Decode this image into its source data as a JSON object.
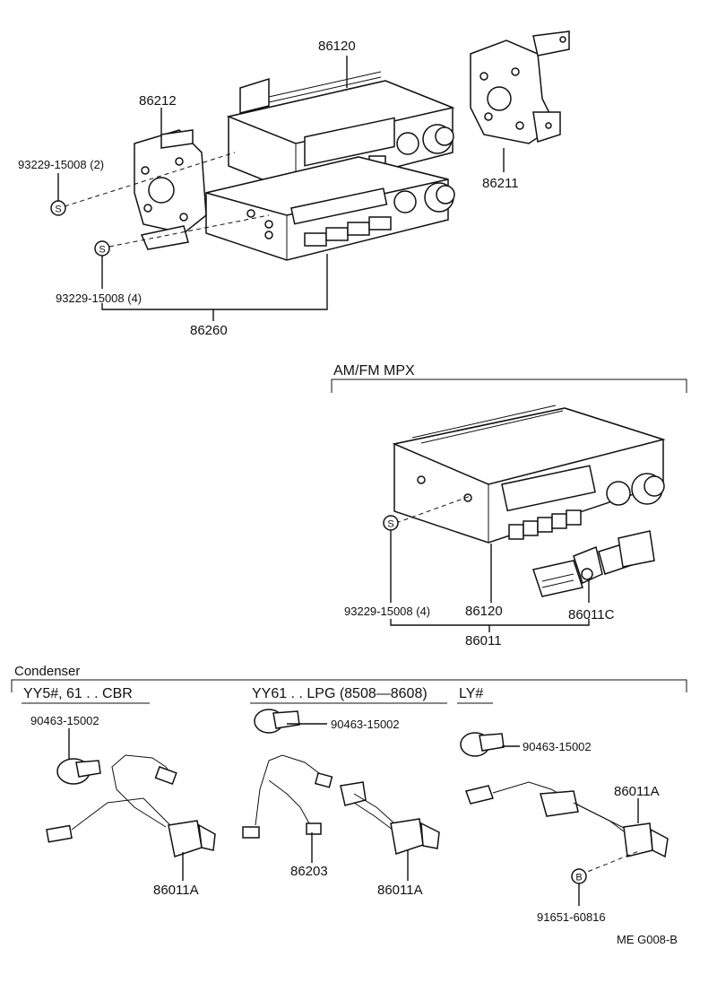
{
  "diagram": {
    "top_group": {
      "labels": {
        "radio_unit": "86120",
        "left_bracket": "86212",
        "right_bracket": "86211",
        "screw_upper": "93229-15008 (2)",
        "screw_lower": "93229-15008 (4)",
        "assembly": "86260"
      },
      "symbols": {
        "screw_upper": "S",
        "screw_lower": "S"
      }
    },
    "middle_group": {
      "header": "AM/FM  MPX",
      "labels": {
        "screw": "93229-15008  (4)",
        "radio_unit": "86120",
        "connector": "86011C",
        "assembly": "86011"
      },
      "symbols": {
        "screw": "S"
      }
    },
    "bottom_group": {
      "header": "Condenser",
      "sections": [
        {
          "title": "YY5#, 61 . . CBR",
          "clamp": "90463-15002",
          "condenser": "86011A"
        },
        {
          "title": "YY61 . . LPG (8508—8608)",
          "clamp": "90463-15002",
          "wire": "86203",
          "condenser": "86011A"
        },
        {
          "title": "LY#",
          "clamp": "90463-15002",
          "condenser": "86011A",
          "bolt": "91651-60816",
          "bolt_symbol": "B"
        }
      ]
    },
    "footer_code": "ME  G008-B"
  }
}
